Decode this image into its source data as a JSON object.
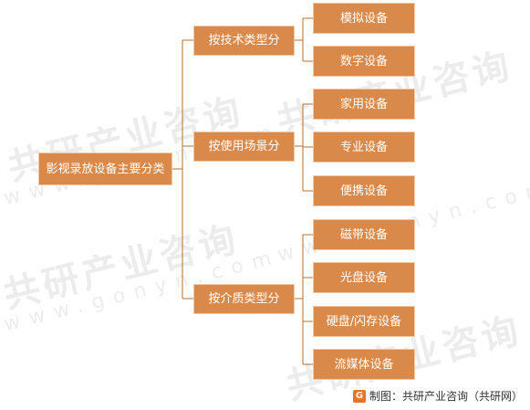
{
  "diagram": {
    "root": "影视录放设备主要分类",
    "categories": [
      {
        "label": "按技术类型分",
        "items": [
          "模拟设备",
          "数字设备"
        ]
      },
      {
        "label": "按使用场景分",
        "items": [
          "家用设备",
          "专业设备",
          "便携设备"
        ]
      },
      {
        "label": "按介质类型分",
        "items": [
          "磁带设备",
          "光盘设备",
          "硬盘/闪存设备",
          "流媒体设备"
        ]
      }
    ]
  },
  "watermark": {
    "main": "共研产业咨询",
    "sub": "www.gonyn.com"
  },
  "footer": {
    "text": "制图：共研产业咨询（共研网）"
  },
  "colors": {
    "box": "#d9894a",
    "line": "#b76f34"
  }
}
